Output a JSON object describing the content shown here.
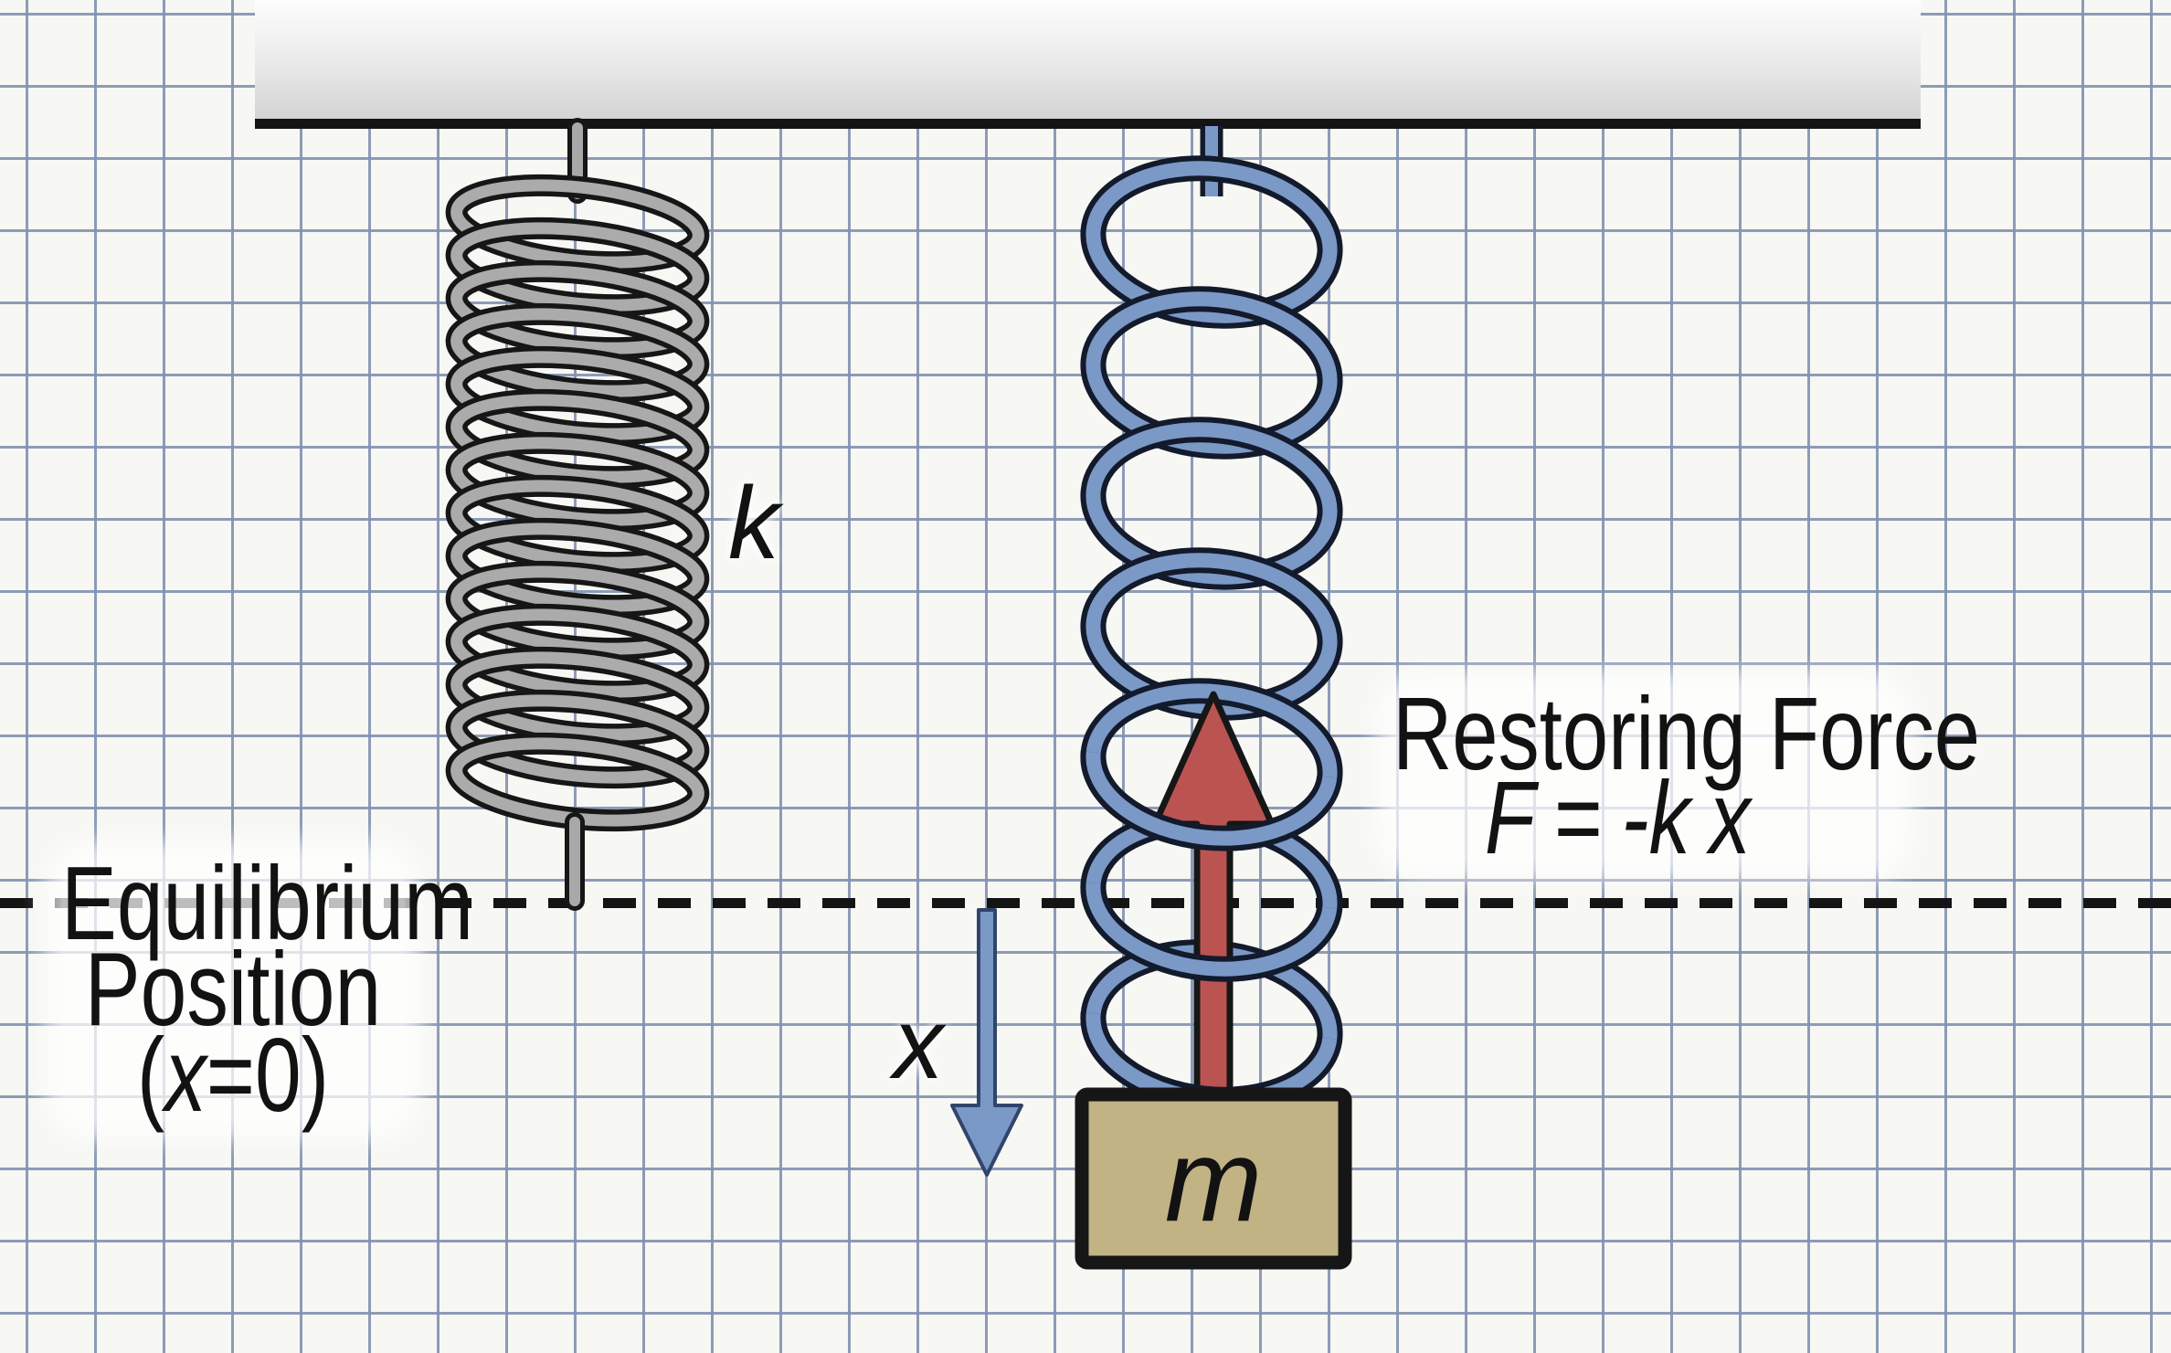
{
  "figure": {
    "title_hidden": "",
    "equilibrium_label": {
      "line1": "Equilibrium",
      "line2": "Position",
      "line3_pre": "(",
      "line3_x": "x",
      "line3_post": "=0)"
    },
    "restoring_force": {
      "title": "Restoring Force",
      "formula": {
        "F": "F",
        "equals": "=",
        "minus_k": "-k",
        "x": "x"
      }
    },
    "spring_constant_label": "k",
    "displacement_label": "x",
    "mass_label": "m"
  },
  "colors": {
    "spring_gray_fill": "#ababab",
    "spring_blue_fill": "#7b99c7",
    "spring_outline": "#161616",
    "restoring_arrow_red": "#bb5350",
    "displacement_arrow_blue": "#7b99c7",
    "mass_fill": "#c2b385",
    "mass_border": "#161616",
    "grid_line": "#8291b0",
    "paper_background": "#f7f7f4",
    "equilibrium_line": "#141414",
    "ceiling_gradient_top": "#fdfdfd",
    "ceiling_gradient_bottom": "#d4d4d4"
  }
}
